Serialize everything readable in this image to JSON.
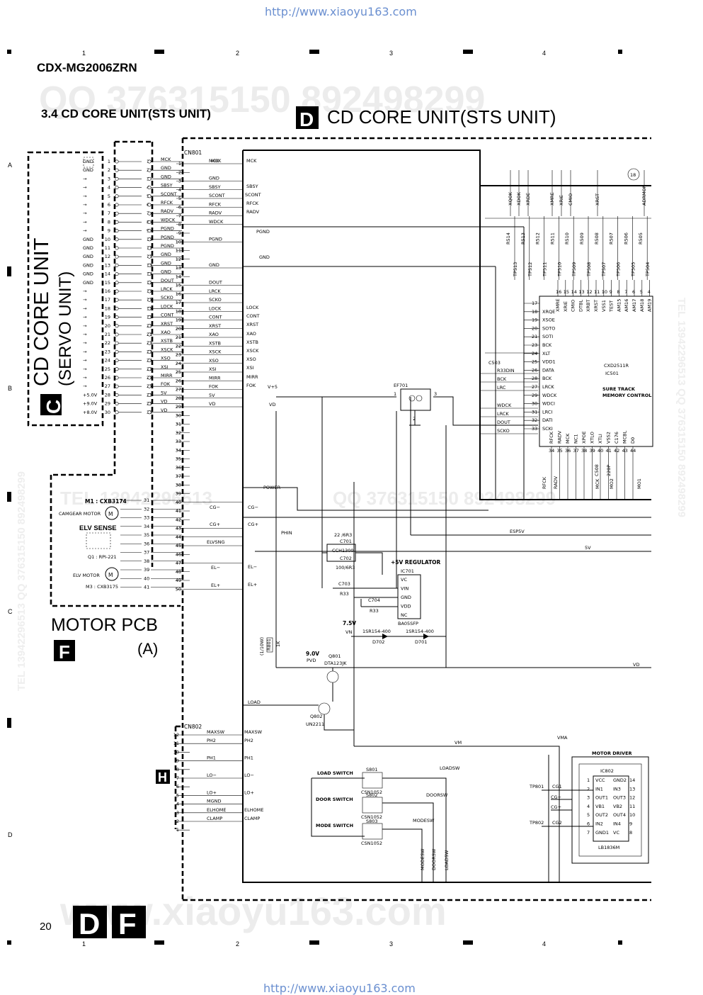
{
  "header": {
    "url_top": "http://www.xiaoyu163.com",
    "url_bottom": "http://www.xiaoyu163.com",
    "model": "CDX-MG2006ZRN",
    "section_title": "3.4 CD CORE UNIT(STS UNIT)",
    "big_title_letter": "D",
    "big_title": "CD CORE UNIT(STS UNIT)",
    "page_number": "20",
    "footer_letters": [
      "D",
      "F"
    ]
  },
  "grid": {
    "columns": [
      "1",
      "2",
      "3",
      "4"
    ],
    "rows": [
      "A",
      "B",
      "C",
      "D"
    ]
  },
  "watermarks": {
    "qq_top": "QQ 376315150   892498299",
    "tel_mid": "TEL 13942296513",
    "qq_mid": "QQ 376315150  892498299",
    "site_bottom": "www.xiaoyu163.com",
    "side_right": "TEL 13942296513  QQ 376315150  892498299",
    "side_left": "TEL 13942296513  QQ 376315150  892498299"
  },
  "servo_unit": {
    "letter": "C",
    "title": "CD CORE UNIT",
    "subtitle": "(SERVO UNIT)",
    "right_labels": [
      "GND",
      "GND",
      "→",
      "→",
      "→",
      "→",
      "→",
      "→",
      "→",
      "GND",
      "GND",
      "GND",
      "GND",
      "GND",
      "GND",
      "→",
      "→",
      "→",
      "→",
      "→",
      "→",
      "→",
      "→",
      "→",
      "→",
      "→",
      "→",
      "+5.0V",
      "+9.0V",
      "+8.0V"
    ]
  },
  "connector_c": {
    "pins": [
      "1",
      "2",
      "3",
      "4",
      "5",
      "6",
      "7",
      "8",
      "9",
      "10",
      "11",
      "12",
      "13",
      "14",
      "15",
      "16",
      "17",
      "18",
      "19",
      "20",
      "21",
      "22",
      "23",
      "24",
      "25",
      "26",
      "27",
      "28",
      "29",
      "30"
    ]
  },
  "connector_cn801": {
    "name": "CN801",
    "signals": [
      "MCK",
      "GND",
      "GND",
      "SBSY",
      "SCONT",
      "RFCK",
      "RADV",
      "WDCK",
      "PGND",
      "PGND",
      "PGND",
      "GND",
      "GND",
      "GND",
      "DOUT",
      "LRCK",
      "SCKO",
      "LOCK",
      "CONT",
      "XRST",
      "XAO",
      "XSTB",
      "XSCK",
      "XSO",
      "XSI",
      "MIRR",
      "FOK",
      "5V",
      "VD",
      "VD"
    ],
    "pins": [
      "1",
      "2",
      "3",
      "4",
      "5",
      "6",
      "7",
      "8",
      "9",
      "10",
      "11",
      "12",
      "13",
      "14",
      "15",
      "16",
      "17",
      "18",
      "19",
      "20",
      "21",
      "22",
      "23",
      "24",
      "25",
      "26",
      "27",
      "28",
      "29",
      "30",
      "31",
      "32",
      "33",
      "34",
      "35",
      "36",
      "37",
      "38",
      "39",
      "40",
      "41",
      "42",
      "43",
      "44",
      "45",
      "46",
      "47",
      "48",
      "49",
      "50"
    ],
    "right_pin_labels": {
      "31": "M1",
      "32": "",
      "40": "CG−",
      "43": "CG+",
      "44": "PHIN",
      "45": "ELVSNG",
      "47": "EL−",
      "50": "EL+"
    }
  },
  "cn801_wires": [
    {
      "pin": "1",
      "label": "MCK"
    },
    {
      "pin": "3",
      "label": "GND"
    },
    {
      "pin": "4",
      "label": "SBSY"
    },
    {
      "pin": "5",
      "label": "SCONT"
    },
    {
      "pin": "6",
      "label": "RFCK"
    },
    {
      "pin": "7",
      "label": "RADV"
    },
    {
      "pin": "8",
      "label": "WDCK"
    },
    {
      "pin": "10",
      "label": "PGND"
    },
    {
      "pin": "13",
      "label": "GND"
    },
    {
      "pin": "15",
      "label": "DOUT"
    },
    {
      "pin": "16",
      "label": "LRCK"
    },
    {
      "pin": "17",
      "label": "SCKO"
    },
    {
      "pin": "18",
      "label": "LOCK"
    },
    {
      "pin": "19",
      "label": "CONT"
    },
    {
      "pin": "20",
      "label": "XRST"
    },
    {
      "pin": "21",
      "label": "XAO"
    },
    {
      "pin": "22",
      "label": "XSTB"
    },
    {
      "pin": "23",
      "label": "XSCK"
    },
    {
      "pin": "24",
      "label": "XSO"
    },
    {
      "pin": "25",
      "label": "XSI"
    },
    {
      "pin": "26",
      "label": "MIRR"
    },
    {
      "pin": "27",
      "label": "FOK"
    },
    {
      "pin": "28",
      "label": "5V"
    },
    {
      "pin": "29",
      "label": "VD"
    }
  ],
  "inner_labels": [
    "MCK",
    "SBSY",
    "SCONT",
    "RFCK",
    "RADV",
    "PGND",
    "GND",
    "LOCK",
    "CONT",
    "XRST",
    "XAO",
    "XSTB",
    "XSCK",
    "XSO",
    "XSI",
    "MIRR",
    "FOK",
    "V+5",
    "VD",
    "POWER",
    "CG−",
    "CG+",
    "PHIN",
    "EL−",
    "EL+"
  ],
  "motor_pcb": {
    "letter": "F",
    "title": "MOTOR PCB",
    "sub": "(A)",
    "m1": "M1 : CXB3174",
    "cam_motor": "CAMGEAR MOTOR",
    "elv_sense": "ELV SENSE",
    "q1": "Q1 : RPI-221",
    "elv_motor": "ELV MOTOR",
    "m3": "M3 : CXB3175",
    "pins": [
      "31",
      "32",
      "33",
      "34",
      "35",
      "36",
      "37",
      "38",
      "39",
      "40",
      "41"
    ]
  },
  "ef701": {
    "name": "EF701",
    "pin1": "1",
    "pin2": "2",
    "pin3": "3"
  },
  "regulator": {
    "title": "+5V REGULATOR",
    "ic": "IC701",
    "part": "BA05SFP",
    "pins": [
      "VC",
      "VIN",
      "GND",
      "VDD",
      "NC"
    ],
    "c701": "C701",
    "c701_val": "22 /6R3",
    "cch": "CCH1300",
    "c702": "C702",
    "c702_val": "100/6R3",
    "c703": "C703",
    "r33a": "R33",
    "c704": "C704",
    "r33b": "R33",
    "v75": "7.5V",
    "vn": "VN",
    "d702": "D702",
    "d702_part": "1SR154-400",
    "d701": "D701",
    "d701_part": "1SR154-400"
  },
  "transistors": {
    "v90": "9.0V",
    "pvd": "PVD",
    "q801": "Q801",
    "q801_part": "DTA123JK",
    "q802": "Q802",
    "q802_part": "UN2211",
    "load": "LOAD",
    "resistor": "R801",
    "res_val": "1K",
    "res_note": "(1/10W)"
  },
  "ic501": {
    "name": "IC501",
    "part": "CXD2511R",
    "desc1": "SURE TRACK",
    "desc2": "MEMORY CONTROL",
    "left_pins": [
      {
        "n": "17",
        "l": ""
      },
      {
        "n": "18",
        "l": "XRQE"
      },
      {
        "n": "19",
        "l": "XSOE"
      },
      {
        "n": "20",
        "l": "SOTO"
      },
      {
        "n": "21",
        "l": "SOTI"
      },
      {
        "n": "23",
        "l": "BCK"
      },
      {
        "n": "24",
        "l": "XLT"
      },
      {
        "n": "25",
        "l": "VDD1"
      },
      {
        "n": "26",
        "l": "DATA"
      },
      {
        "n": "28",
        "l": "BCK"
      },
      {
        "n": "27",
        "l": "LRCK"
      },
      {
        "n": "29",
        "l": "WDCK"
      },
      {
        "n": "30",
        "l": "WDCI"
      },
      {
        "n": "31",
        "l": "LRCI"
      },
      {
        "n": "32",
        "l": "DATI"
      },
      {
        "n": "33",
        "l": "SCKI"
      }
    ],
    "top_pins": [
      "16",
      "15",
      "14",
      "13",
      "12",
      "11",
      "10",
      "9",
      "8",
      "7",
      "6",
      "5",
      "4"
    ],
    "top_labels": [
      "XMRE",
      "XRIE",
      "CMIO",
      "DTBL",
      "XRBT",
      "XRST",
      "VSS1",
      "TEST",
      "AM15",
      "AM16",
      "AM17",
      "AM18",
      "AM19"
    ],
    "bottom_pins": [
      "34",
      "35",
      "36",
      "37",
      "38",
      "39",
      "40",
      "41",
      "42",
      "43",
      "44"
    ],
    "bottom_labels": [
      "RFCK",
      "RADV",
      "MCK",
      "NC1",
      "XPOE",
      "XTLO",
      "XTLI",
      "VSS2",
      "C176",
      "MCBL",
      "D0"
    ],
    "left_nets": [
      "R33DIN",
      "BCK",
      "LRC",
      "WDCK",
      "LRCK",
      "DOUT",
      "SCKO"
    ],
    "c503": "C503",
    "tp_labels": [
      "TP513",
      "TP512",
      "TP511",
      "TP510",
      "TP509",
      "TP508",
      "TP507",
      "TP506",
      "TP505",
      "TP504"
    ],
    "r_labels": [
      "R514",
      "R513",
      "R512",
      "R511",
      "R510",
      "R509",
      "R508",
      "R507",
      "R506",
      "R505"
    ],
    "top_nets": [
      "XQOK",
      "XDOK",
      "XRDE",
      "XMRE",
      "XRIE",
      "CMIO",
      "XRST",
      "ADRMON"
    ],
    "ref18": "18",
    "c508": "C508",
    "c508_val": "220P",
    "bottom_nets": [
      "RFCK",
      "RADV",
      "MCK",
      "MO2",
      "MO1"
    ]
  },
  "bus": {
    "esp5v": "ESP5V",
    "v5": "5V",
    "vd": "VD",
    "vm": "VM",
    "vma": "VMA"
  },
  "connector_cn802": {
    "name": "CN802",
    "letter": "H",
    "pins": [
      "12",
      "11",
      "10",
      "9",
      "8",
      "7",
      "6",
      "5",
      "4",
      "3",
      "2",
      "1"
    ],
    "signals": [
      "MAXSW",
      "PH2",
      "PH1",
      "LO−",
      "LO+",
      "MGND",
      "ELHOME",
      "CLAMP"
    ],
    "inner": [
      "MAXSW",
      "PH2",
      "PH1",
      "LO−",
      "LO+",
      "ELHOME",
      "CLAMP"
    ]
  },
  "switches": {
    "load": "LOAD SWITCH",
    "door": "DOOR SWITCH",
    "mode": "MODE SWITCH",
    "s801": "S801",
    "s802": "S802",
    "s803": "S803",
    "part": "CSN1052",
    "loadsw": "LOADSW",
    "doorsw": "DOORSW",
    "modesw": "MODESW"
  },
  "motor_driver": {
    "title": "MOTOR DRIVER",
    "ic": "IC802",
    "part": "LB1836M",
    "left_pins": [
      {
        "n": "1",
        "l": "VCC"
      },
      {
        "n": "2",
        "l": "IN1"
      },
      {
        "n": "3",
        "l": "OUT1"
      },
      {
        "n": "4",
        "l": "VB1"
      },
      {
        "n": "5",
        "l": "OUT2"
      },
      {
        "n": "6",
        "l": "IN2"
      },
      {
        "n": "7",
        "l": "GND1"
      }
    ],
    "right_pins": [
      {
        "n": "14",
        "l": "GND2"
      },
      {
        "n": "13",
        "l": "IN3"
      },
      {
        "n": "12",
        "l": "OUT3"
      },
      {
        "n": "11",
        "l": "VB2"
      },
      {
        "n": "10",
        "l": "OUT4"
      },
      {
        "n": "9",
        "l": "IN4"
      },
      {
        "n": "8",
        "l": "VC"
      }
    ],
    "tp801": "TP801",
    "tp802": "TP802",
    "cg1": "CG1",
    "cg2": "CG2",
    "cgm": "CG−",
    "cgp": "CG+"
  }
}
